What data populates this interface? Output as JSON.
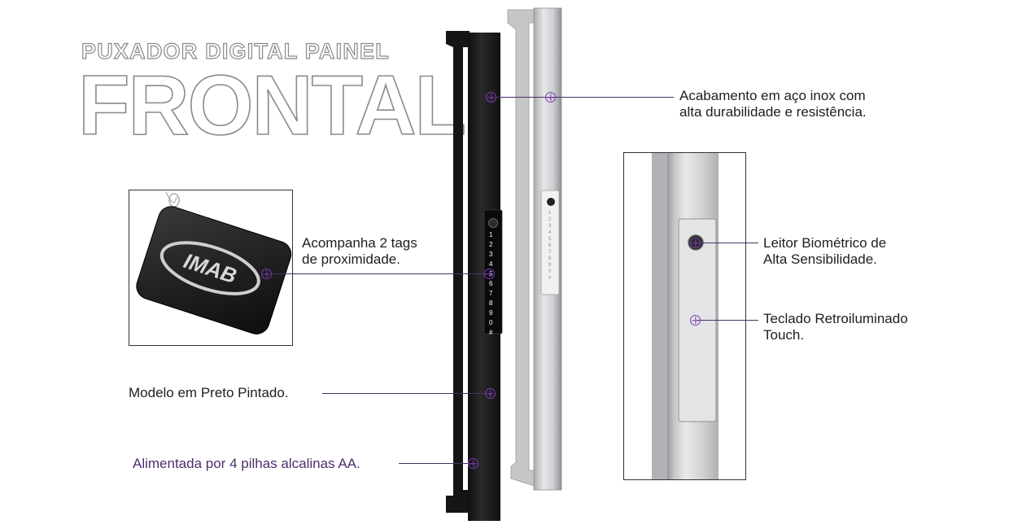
{
  "title": {
    "line1": "PUXADOR DIGITAL PAINEL",
    "line2": "FRONTAL"
  },
  "callouts": {
    "finish": [
      "Acabamento em aço inox com",
      "alta durabilidade e resistência."
    ],
    "tags": [
      "Acompanha 2 tags",
      "de proximidade."
    ],
    "biometric": [
      "Leitor Biométrico de",
      "Alta Sensibilidade."
    ],
    "keypad": [
      "Teclado Retroiluminado",
      "Touch."
    ],
    "model": "Modelo em Preto Pintado.",
    "power": "Alimentada por 4 pilhas alcalinas AA."
  },
  "tag_logo": "IMAB",
  "keypad_keys": [
    "1",
    "2",
    "3",
    "4",
    "5",
    "6",
    "7",
    "8",
    "9",
    "0",
    "#"
  ],
  "colors": {
    "accent": "#7a3fb5",
    "line": "#4a2f6b",
    "black_handle": "#1b1b1b",
    "steel_handle": "#c9cacc"
  },
  "icons": {
    "marker": "crosshair-circle-icon",
    "sensor": "fingerprint-sensor-icon"
  }
}
